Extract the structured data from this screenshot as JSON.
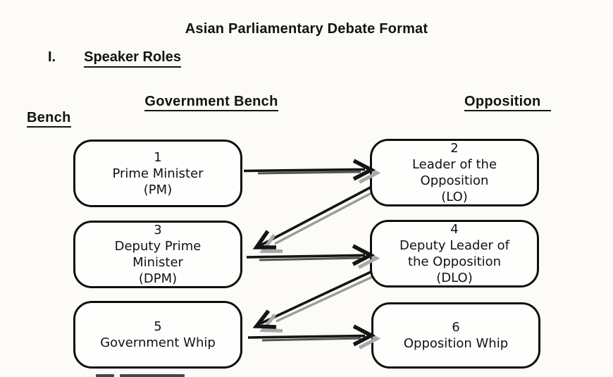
{
  "page": {
    "title": "Asian Parliamentary Debate Format",
    "section_numeral": "I.",
    "section_title": "Speaker Roles"
  },
  "columns": {
    "government_label": "Government Bench",
    "opposition_label_line1": "Opposition",
    "opposition_label_line2": "Bench"
  },
  "boxes": [
    {
      "number": "1",
      "lines": [
        "Prime Minister",
        "(PM)"
      ]
    },
    {
      "number": "2",
      "lines": [
        "Leader of the",
        "Opposition",
        "(LO)"
      ]
    },
    {
      "number": "3",
      "lines": [
        "Deputy Prime",
        "Minister",
        "(DPM)"
      ]
    },
    {
      "number": "4",
      "lines": [
        "Deputy Leader of",
        "the Opposition",
        "(DLO)"
      ]
    },
    {
      "number": "5",
      "lines": [
        "Government Whip"
      ]
    },
    {
      "number": "6",
      "lines": [
        "Opposition Whip"
      ]
    }
  ],
  "connections": [
    {
      "from": "1",
      "to": "2"
    },
    {
      "from": "2",
      "to": "3"
    },
    {
      "from": "3",
      "to": "4"
    },
    {
      "from": "4",
      "to": "5"
    },
    {
      "from": "5",
      "to": "6"
    }
  ],
  "colors": {
    "arrow_main": "#141414",
    "arrow_shadow": "#9b9b9b",
    "box_border": "#0f0f0f",
    "background": "#fcfbf7"
  }
}
